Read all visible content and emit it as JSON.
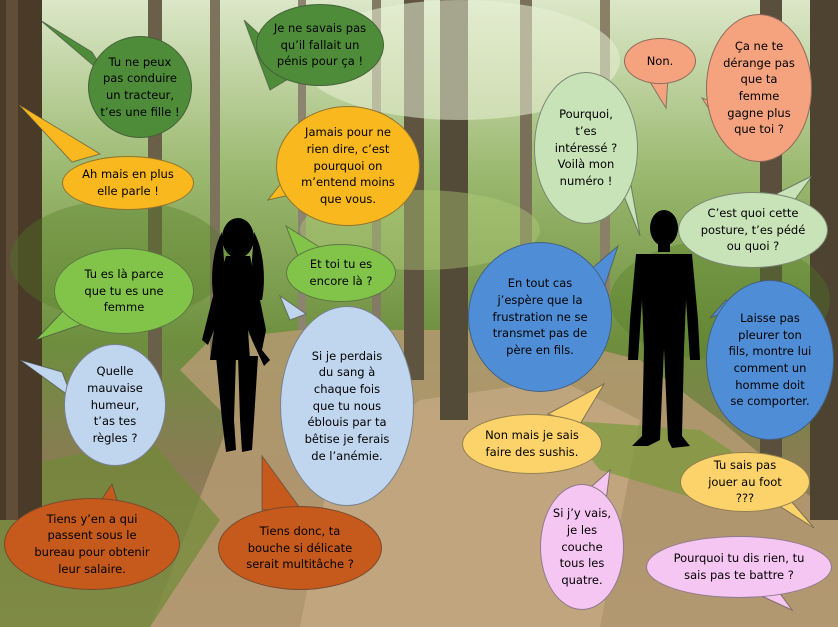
{
  "colors": {
    "dark_green": "#4e8c39",
    "light_green": "#82c44a",
    "gold": "#f8b81e",
    "light_blue": "#c0d6ee",
    "blue": "#4f8ed6",
    "pale_green": "#c9e3b8",
    "salmon": "#f5a37f",
    "pink": "#f6c6f2",
    "yellow": "#fcd36a",
    "rust": "#c55a1c"
  },
  "bubbles": {
    "tracteur": "Tu ne peux pas conduire un tracteur, t’es une fille !",
    "penis": "Je ne savais pas qu’il fallait un pénis pour ça !",
    "parle": "Ah mais en plus elle parle !",
    "jamais": "Jamais pour ne rien dire, c’est pourquoi on m’entend moins que vous.",
    "encore": "Et toi tu es encore là ?",
    "femme": "Tu es là parce que tu es une femme",
    "sang": "Si je perdais du sang à chaque fois que tu nous éblouis par ta bêtise je ferais de l’anémie.",
    "humeur": "Quelle mauvaise humeur, t’as tes règles ?",
    "tiens_qui": "Tiens y’en a qui passent sous le bureau pour obtenir leur salaire.",
    "bouche": "Tiens donc, ta bouche si délicate serait multitâche ?",
    "non": "Non.",
    "pourquoi": "Pourquoi, t’es intéressé ? Voilà mon numéro !",
    "derange": "Ça ne te dérange pas que  ta femme gagne plus que toi ?",
    "posture": "C’est quoi cette posture, t’es pédé ou quoi ?",
    "frustration": "En tout cas j’espère que la frustration ne se transmet pas de père en fils.",
    "pleurer": "Laisse pas pleurer ton fils, montre lui comment un homme doit se comporter.",
    "sushis": "Non mais je sais faire des sushis.",
    "foot": "Tu sais pas jouer au foot ???",
    "quatre": "Si j’y vais, je les couche tous les quatre.",
    "battre": "Pourquoi tu dis rien, tu sais pas te battre ?"
  }
}
